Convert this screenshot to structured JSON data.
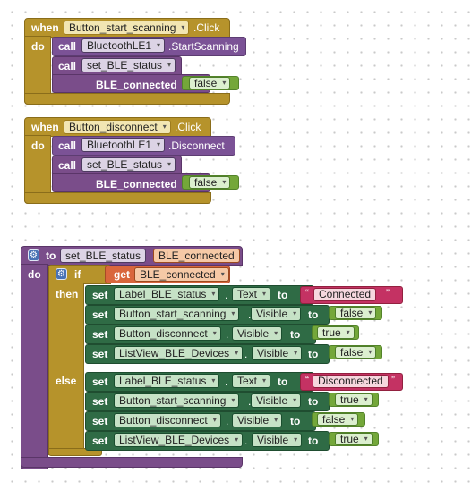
{
  "kw": {
    "when": "when",
    "do": "do",
    "call": "call",
    "set": "set",
    "to": "to",
    "if": "if",
    "then": "then",
    "else": "else",
    "get": "get",
    "dot_click": ".Click",
    "dot_start_scanning": ".StartScanning",
    "dot_disconnect": ".Disconnect",
    "dot": ".",
    "param_ble_connected": "BLE_connected"
  },
  "event1": {
    "component": "Button_start_scanning",
    "call1_component": "BluetoothLE1",
    "call2_procedure": "set_BLE_status",
    "arg_value": "false"
  },
  "event2": {
    "component": "Button_disconnect",
    "call1_component": "BluetoothLE1",
    "call2_procedure": "set_BLE_status",
    "arg_value": "false"
  },
  "procedure": {
    "name": "set_BLE_status",
    "param": "BLE_connected",
    "get_var": "BLE_connected",
    "then_rows": [
      {
        "component": "Label_BLE_status",
        "property": "Text",
        "value": "Connected",
        "kind": "text"
      },
      {
        "component": "Button_start_scanning",
        "property": "Visible",
        "value": "false",
        "kind": "bool"
      },
      {
        "component": "Button_disconnect",
        "property": "Visible",
        "value": "true",
        "kind": "bool"
      },
      {
        "component": "ListView_BLE_Devices",
        "property": "Visible",
        "value": "false",
        "kind": "bool"
      }
    ],
    "else_rows": [
      {
        "component": "Label_BLE_status",
        "property": "Text",
        "value": "Disconnected",
        "kind": "text"
      },
      {
        "component": "Button_start_scanning",
        "property": "Visible",
        "value": "true",
        "kind": "bool"
      },
      {
        "component": "Button_disconnect",
        "property": "Visible",
        "value": "false",
        "kind": "bool"
      },
      {
        "component": "ListView_BLE_Devices",
        "property": "Visible",
        "value": "true",
        "kind": "bool"
      }
    ]
  },
  "icons": {
    "dropdown": "▾",
    "mutator": "⚙",
    "quote_open": "“",
    "quote_close": "”"
  }
}
